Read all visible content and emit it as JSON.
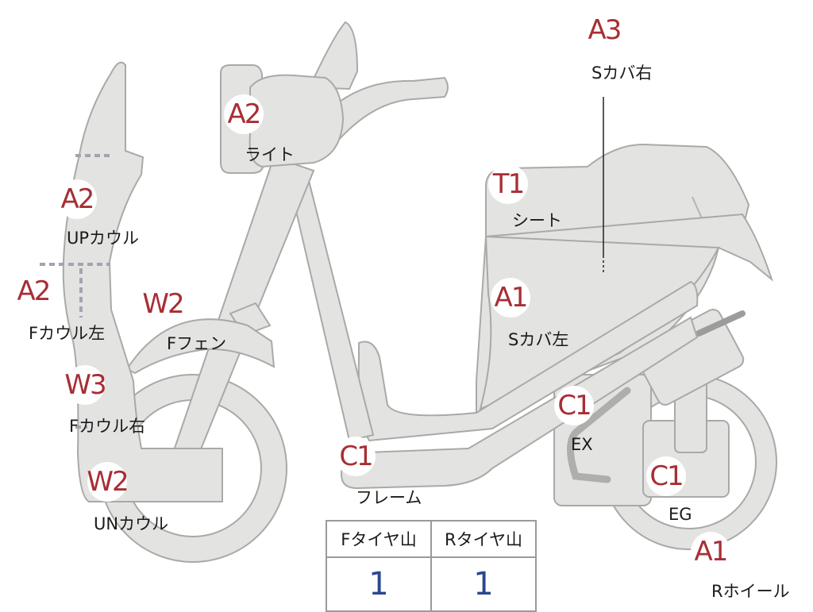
{
  "diagram": {
    "parts": [
      {
        "id": "up-cowl",
        "code": "A2",
        "label": "UPカウル"
      },
      {
        "id": "f-cowl-left",
        "code": "A2",
        "label": "Fカウル左"
      },
      {
        "id": "f-cowl-right",
        "code": "W3",
        "label": "Fカウル右"
      },
      {
        "id": "un-cowl",
        "code": "W2",
        "label": "UNカウル"
      },
      {
        "id": "light",
        "code": "A2",
        "label": "ライト"
      },
      {
        "id": "f-fender",
        "code": "W2",
        "label": "Fフェン"
      },
      {
        "id": "frame",
        "code": "C1",
        "label": "フレーム"
      },
      {
        "id": "seat",
        "code": "T1",
        "label": "シート"
      },
      {
        "id": "s-cover-left",
        "code": "A1",
        "label": "Sカバ左"
      },
      {
        "id": "s-cover-right",
        "code": "A3",
        "label": "Sカバ右"
      },
      {
        "id": "exhaust",
        "code": "C1",
        "label": "EX"
      },
      {
        "id": "engine",
        "code": "C1",
        "label": "EG"
      },
      {
        "id": "r-wheel",
        "code": "A1",
        "label": "Rホイール"
      }
    ],
    "badge_color": "#a82e35"
  },
  "tire_table": {
    "headers": [
      "Fタイヤ山",
      "Rタイヤ山"
    ],
    "values": [
      "1",
      "1"
    ],
    "value_color": "#2b4690"
  }
}
